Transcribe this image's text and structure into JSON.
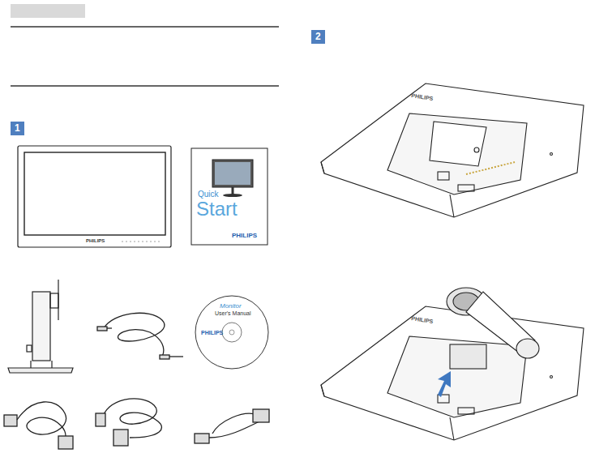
{
  "diagram": {
    "nodes": [
      {
        "text": [
          "1"
        ]
      },
      {
        "text": [
          "Quick",
          "Start",
          "PHILIPS"
        ]
      },
      {
        "text": [
          "Monitor",
          "User's Manual",
          "PHILIPS"
        ]
      },
      {
        "text": [
          "2"
        ]
      }
    ],
    "labels": [
      "PHILIPS",
      "PHILIPS",
      "PHILIPS"
    ]
  }
}
